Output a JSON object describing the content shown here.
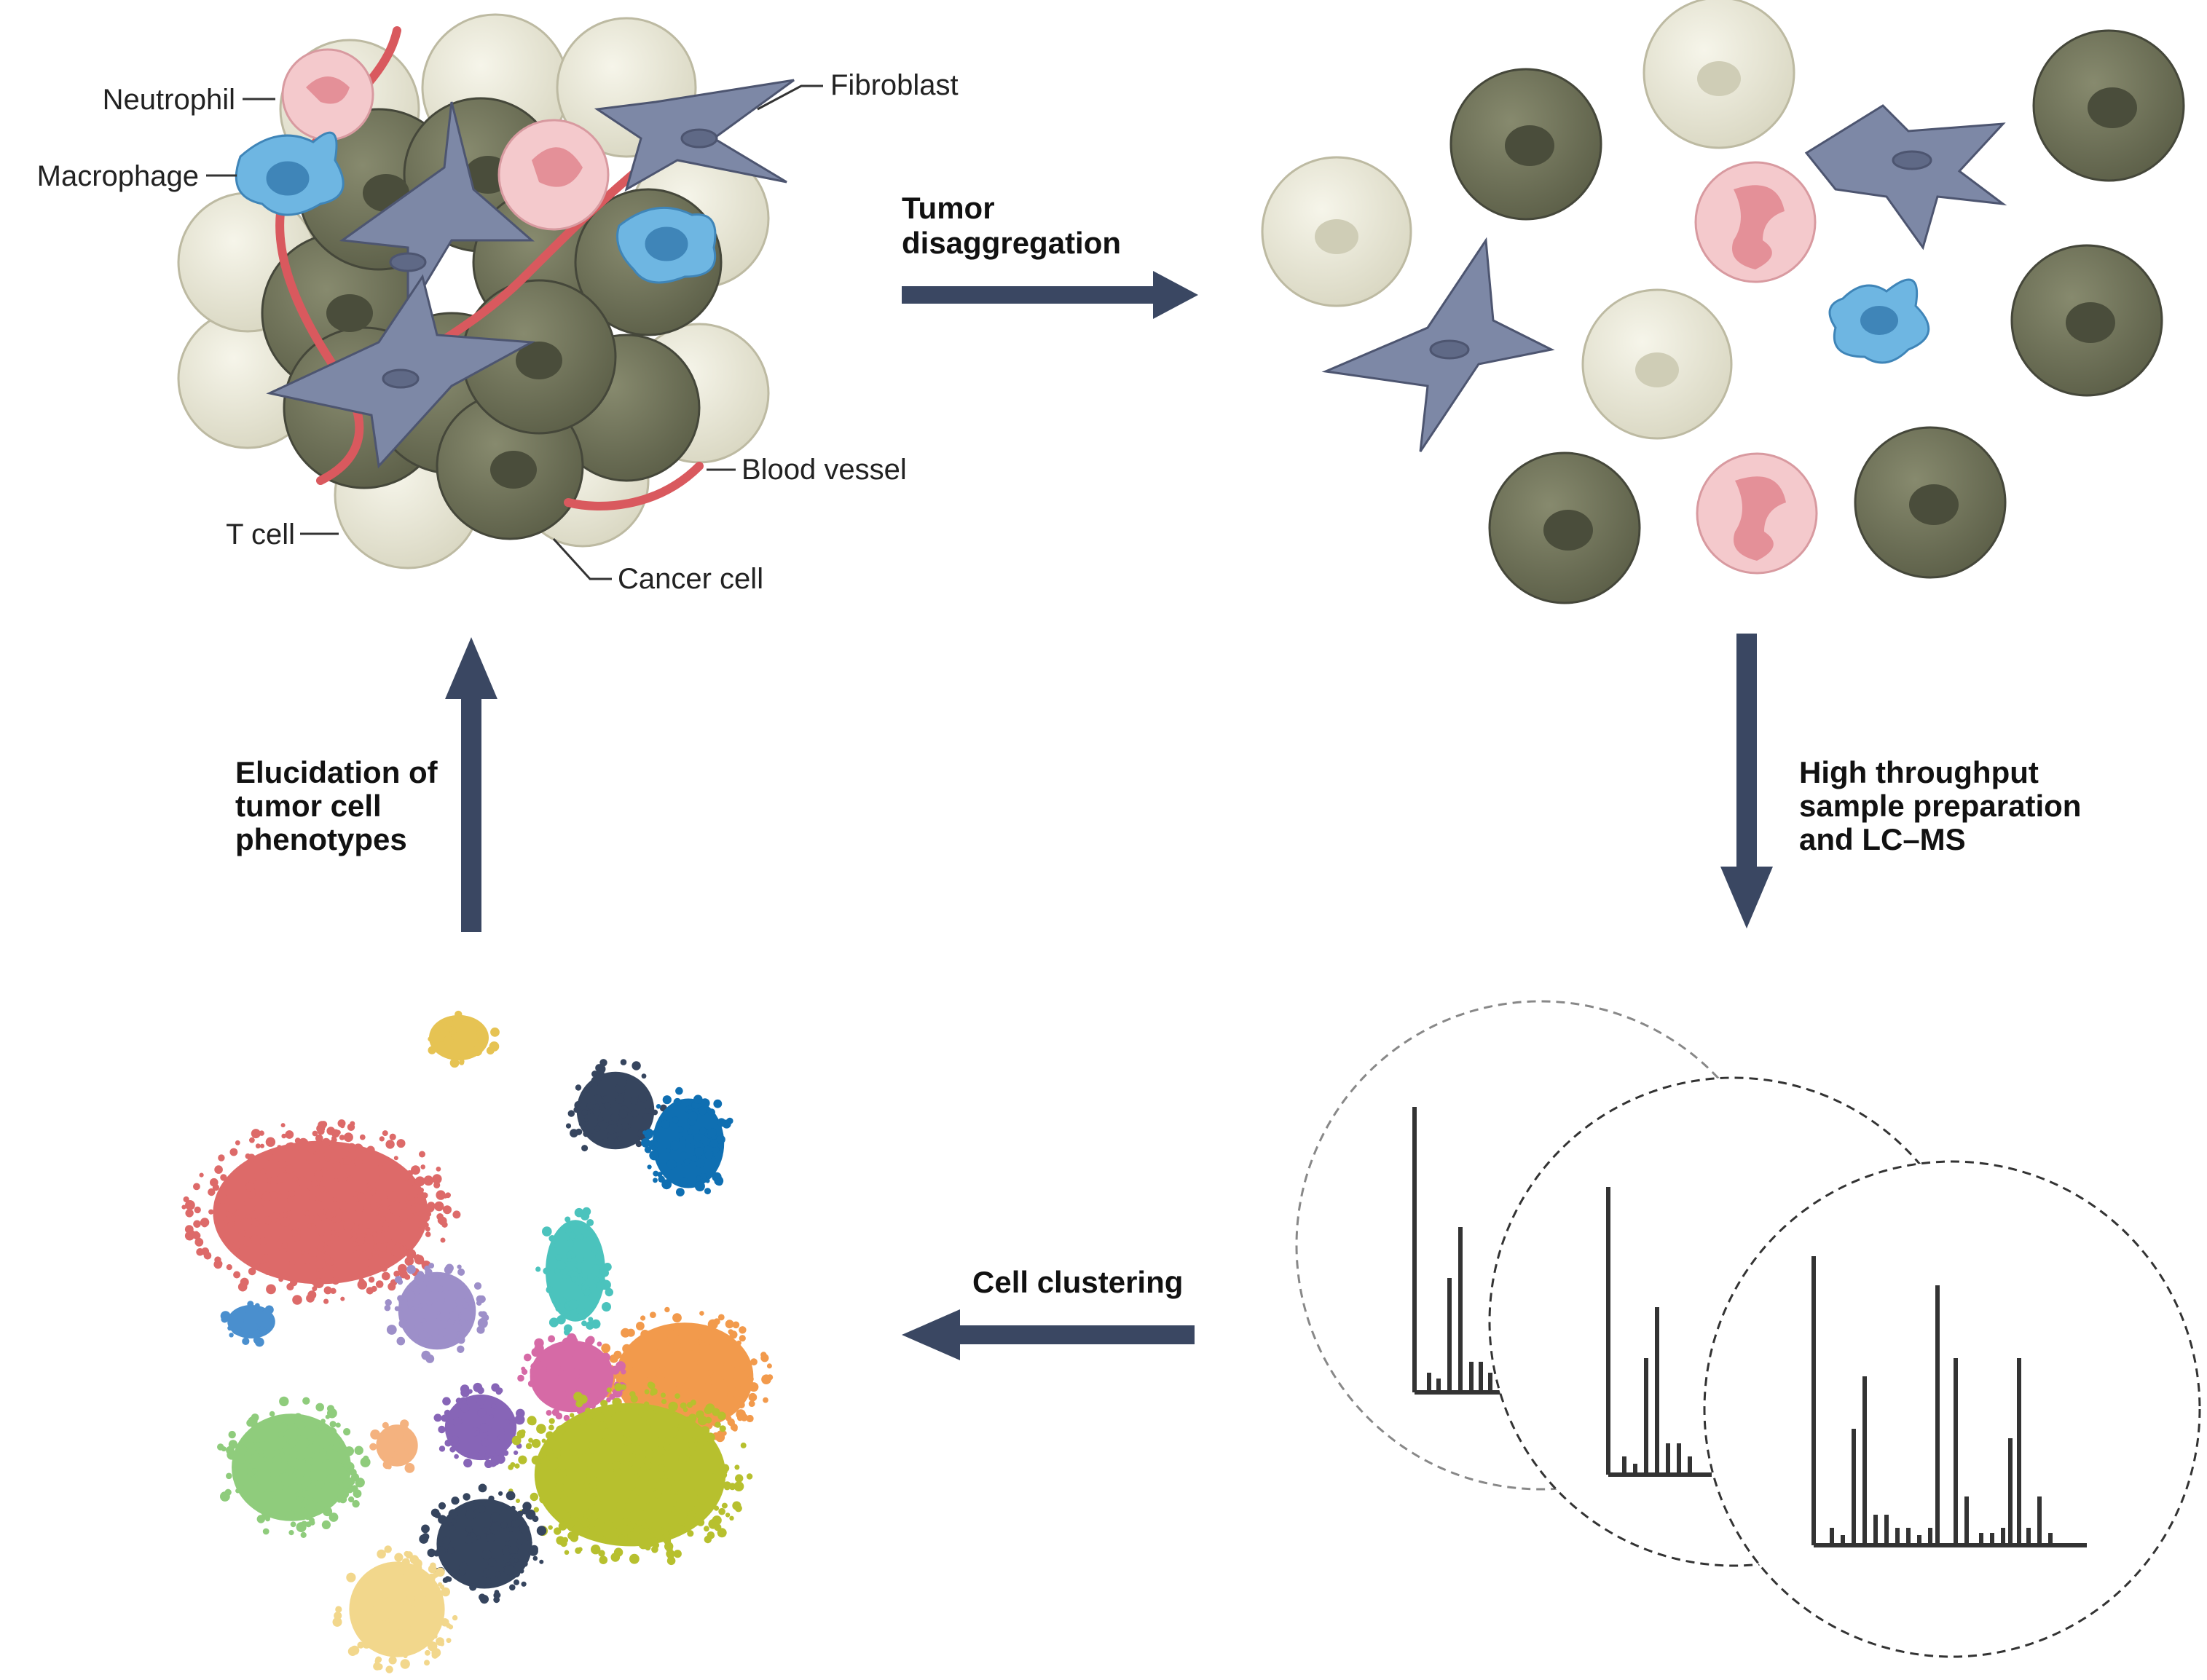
{
  "labels": {
    "neutrophil": "Neutrophil",
    "macrophage": "Macrophage",
    "fibroblast": "Fibroblast",
    "blood_vessel": "Blood vessel",
    "t_cell": "T cell",
    "cancer_cell": "Cancer cell"
  },
  "steps": {
    "disaggregation": [
      "Tumor",
      "disaggregation"
    ],
    "sample_prep": [
      "High throughput",
      "sample preparation",
      "and LC–MS"
    ],
    "clustering": [
      "Cell clustering"
    ],
    "elucidation": [
      "Elucidation of",
      "tumor cell",
      "phenotypes"
    ]
  },
  "colors": {
    "arrow": "#3a4762",
    "cancer_cell": "#6b6e55",
    "t_cell": "#e8e6d6",
    "fibroblast": "#7d88a6",
    "macrophage": "#6eb6e2",
    "neutrophil": "#f4c9cc",
    "blood_vessel": "#d9595e"
  },
  "clusters": [
    {
      "color": "#e6c353",
      "name": "yellow"
    },
    {
      "color": "#dd6a69",
      "name": "red"
    },
    {
      "color": "#36455e",
      "name": "navy"
    },
    {
      "color": "#0f6fb2",
      "name": "blue"
    },
    {
      "color": "#4bc3bd",
      "name": "teal"
    },
    {
      "color": "#4a8fce",
      "name": "light-blue"
    },
    {
      "color": "#9d8fc9",
      "name": "lavender"
    },
    {
      "color": "#f29a4c",
      "name": "orange"
    },
    {
      "color": "#d66aa6",
      "name": "pink"
    },
    {
      "color": "#8765b7",
      "name": "purple"
    },
    {
      "color": "#f4b27f",
      "name": "peach"
    },
    {
      "color": "#8fcc7c",
      "name": "green"
    },
    {
      "color": "#b7c02e",
      "name": "olive"
    },
    {
      "color": "#f2d78c",
      "name": "pale-yellow"
    }
  ]
}
